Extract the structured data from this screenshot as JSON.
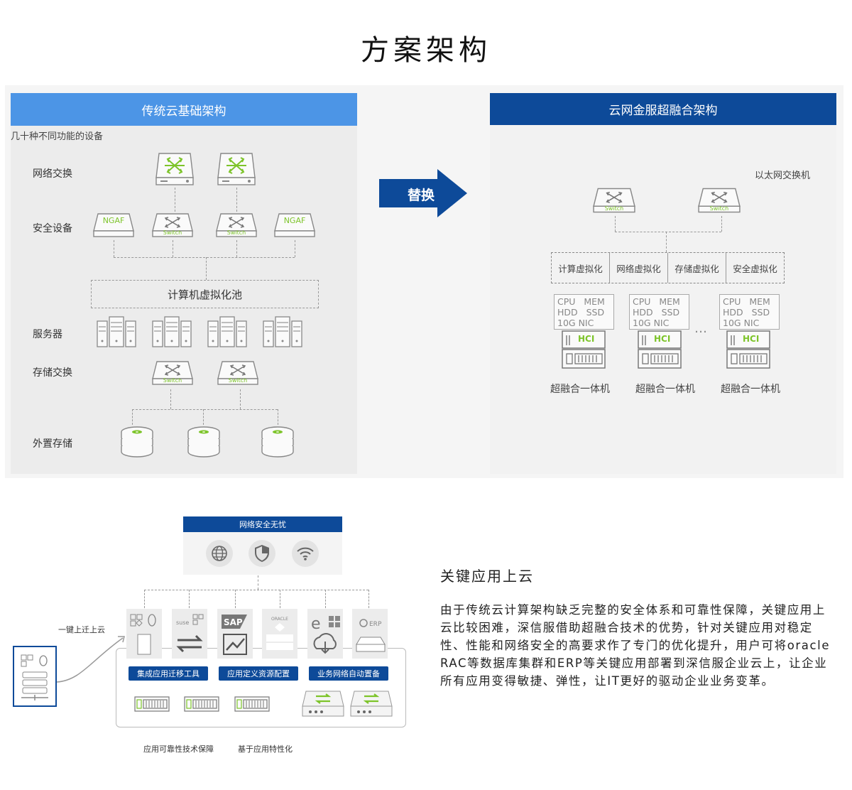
{
  "page": {
    "title": "方案架构"
  },
  "left_panel": {
    "header": "传统云基础架构",
    "subtitle": "几十种不同功能的设备",
    "rows": {
      "network_switch": "网络交换",
      "security": "安全设备",
      "servers": "服务器",
      "storage_switch": "存储交换",
      "external_storage": "外置存储"
    },
    "ngaf_label": "NGAF",
    "switch_label": "Switch",
    "pool_label": "计算机虚拟化池"
  },
  "arrow": {
    "label": "替换"
  },
  "right_panel": {
    "header": "云网金服超融合架构",
    "ethernet_switch": "以太网交换机",
    "switch_label": "Switch",
    "virtualization": [
      "计算虚拟化",
      "网络虚拟化",
      "存储虚拟化",
      "安全虚拟化"
    ],
    "spec": {
      "line1a": "CPU",
      "line1b": "MEM",
      "line2a": "HDD",
      "line2b": "SSD",
      "line3": "10G NIC"
    },
    "hci_label": "HCI",
    "ellipsis": "…",
    "appliances": [
      "超融合一体机",
      "超融合一体机",
      "超融合一体机"
    ]
  },
  "bottom_diagram": {
    "net_safe": "网络安全无忧",
    "one_click": "一键上迁上云",
    "apps": [
      "SAP",
      "ORACLE",
      "ERP",
      "SUSE"
    ],
    "buttons": [
      "集成应用迁移工具",
      "应用定义资源配置",
      "业务网络自动置备"
    ],
    "captions": [
      "应用可靠性技术保障",
      "基于应用特性化"
    ]
  },
  "key_apps": {
    "title": "关键应用上云",
    "body": "由于传统云计算架构缺乏完整的安全体系和可靠性保障，关键应用上云比较困难，深信服借助超融合技术的优势，针对关键应用对稳定性、性能和网络安全的高要求作了专门的优化提升，用户可将oracle RAC等数据库集群和ERP等关键应用部署到深信服企业云上，让企业所有应用变得敏捷、弹性，让IT更好的驱动企业业务变革。"
  },
  "colors": {
    "light_blue": "#4c95e6",
    "dark_blue": "#0d4a99",
    "green": "#7dc42a"
  }
}
